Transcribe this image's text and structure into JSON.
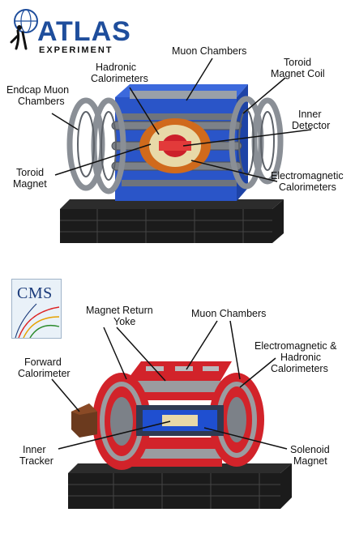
{
  "atlas_logo": {
    "name": "ATLAS",
    "subtitle": "EXPERIMENT",
    "color": "#1f4e9c"
  },
  "cms_logo": {
    "name": "CMS",
    "color": "#1a3a7a"
  },
  "atlas_labels": {
    "muon_chambers": "Muon Chambers",
    "hadronic_l1": "Hadronic",
    "hadronic_l2": "Calorimeters",
    "toroid_coil_l1": "Toroid",
    "toroid_coil_l2": "Magnet Coil",
    "endcap_l1": "Endcap Muon",
    "endcap_l2": "Chambers",
    "inner_l1": "Inner",
    "inner_l2": "Detector",
    "toroid_l1": "Toroid",
    "toroid_l2": "Magnet",
    "em_l1": "Electromagnetic",
    "em_l2": "Calorimeters"
  },
  "cms_labels": {
    "return_l1": "Magnet Return",
    "return_l2": "Yoke",
    "muon_chambers": "Muon Chambers",
    "em_had_l1": "Electromagnetic &",
    "em_had_l2": "Hadronic",
    "em_had_l3": "Calorimeters",
    "forward_l1": "Forward",
    "forward_l2": "Calorimeter",
    "inner_l1": "Inner",
    "inner_l2": "Tracker",
    "solenoid_l1": "Solenoid",
    "solenoid_l2": "Magnet"
  },
  "colors": {
    "atlas_shell": "#2a55c8",
    "atlas_ring": "#8a8f96",
    "atlas_core": "#d06a1c",
    "cms_red": "#d2232a",
    "cms_grey": "#9a9ca0",
    "base_black": "#1b1b1b"
  }
}
